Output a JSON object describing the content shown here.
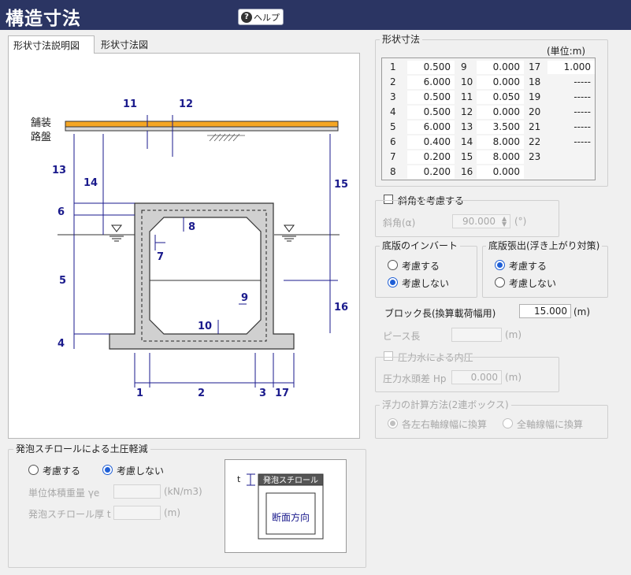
{
  "header": {
    "title": "構造寸法",
    "help_label": "ヘルプ",
    "help_icon": "question-circle-icon"
  },
  "tabs": [
    {
      "label": "形状寸法説明図",
      "active": true
    },
    {
      "label": "形状寸法図",
      "active": false
    }
  ],
  "diagram": {
    "pavement_top": "舗装",
    "pavement_bottom": "路盤",
    "dims": {
      "d1": "1",
      "d2": "2",
      "d3": "3",
      "d4": "4",
      "d5": "5",
      "d6": "6",
      "d7": "7",
      "d8": "8",
      "d9": "9",
      "d10": "10",
      "d11": "11",
      "d12": "12",
      "d13": "13",
      "d14": "14",
      "d15": "15",
      "d16": "16",
      "d17": "17"
    }
  },
  "shape_dims": {
    "legend": "形状寸法",
    "unit": "(単位:m)",
    "rows": [
      [
        {
          "no": "1",
          "val": "0.500"
        },
        {
          "no": "9",
          "val": "0.000"
        },
        {
          "no": "17",
          "val": "1.000"
        }
      ],
      [
        {
          "no": "2",
          "val": "6.000"
        },
        {
          "no": "10",
          "val": "0.000"
        },
        {
          "no": "18",
          "val": "-----"
        }
      ],
      [
        {
          "no": "3",
          "val": "0.500"
        },
        {
          "no": "11",
          "val": "0.050"
        },
        {
          "no": "19",
          "val": "-----"
        }
      ],
      [
        {
          "no": "4",
          "val": "0.500"
        },
        {
          "no": "12",
          "val": "0.000"
        },
        {
          "no": "20",
          "val": "-----"
        }
      ],
      [
        {
          "no": "5",
          "val": "6.000"
        },
        {
          "no": "13",
          "val": "3.500"
        },
        {
          "no": "21",
          "val": "-----"
        }
      ],
      [
        {
          "no": "6",
          "val": "0.400"
        },
        {
          "no": "14",
          "val": "8.000"
        },
        {
          "no": "22",
          "val": "-----"
        }
      ],
      [
        {
          "no": "7",
          "val": "0.200"
        },
        {
          "no": "15",
          "val": "8.000"
        },
        {
          "no": "23",
          "val": ""
        }
      ],
      [
        {
          "no": "8",
          "val": "0.200"
        },
        {
          "no": "16",
          "val": "0.000"
        },
        {
          "no": "",
          "val": ""
        }
      ]
    ]
  },
  "skew": {
    "checkbox_label": "斜角を考慮する",
    "angle_label": "斜角(α)",
    "angle_value": "90.000",
    "angle_unit": "(°)"
  },
  "invert": {
    "legend": "底版のインバート",
    "opt1": "考慮する",
    "opt2": "考慮しない",
    "selected": "opt2"
  },
  "projection": {
    "legend": "底版張出(浮き上がり対策)",
    "opt1": "考慮する",
    "opt2": "考慮しない",
    "selected": "opt1"
  },
  "block": {
    "block_label": "ブロック長(換算載荷幅用)",
    "block_value": "15.000",
    "block_unit": "(m)",
    "piece_label": "ピース長",
    "piece_value": "",
    "piece_unit": "(m)"
  },
  "pressure": {
    "checkbox_label": "圧力水による内圧",
    "head_label": "圧力水頭差 Hp",
    "head_value": "0.000",
    "head_unit": "(m)"
  },
  "buoyancy": {
    "legend": "浮力の計算方法(2連ボックス)",
    "opt1": "各左右軸線幅に換算",
    "opt2": "全軸線幅に換算",
    "selected": "opt1"
  },
  "styro": {
    "legend": "発泡スチロールによる土圧軽減",
    "opt1": "考慮する",
    "opt2": "考慮しない",
    "selected": "opt2",
    "weight_label": "単位体積重量 γe",
    "weight_unit": "(kN/m3)",
    "thick_label": "発泡スチロール厚 t",
    "thick_unit": "(m)",
    "fig_t": "t",
    "fig_header": "発泡スチロール",
    "fig_body": "断面方向"
  },
  "colors": {
    "titlebar": "#2b3563",
    "dim": "#1a1a8c",
    "pavement": "#f5a623",
    "radio_on": "#1f5fd6"
  }
}
